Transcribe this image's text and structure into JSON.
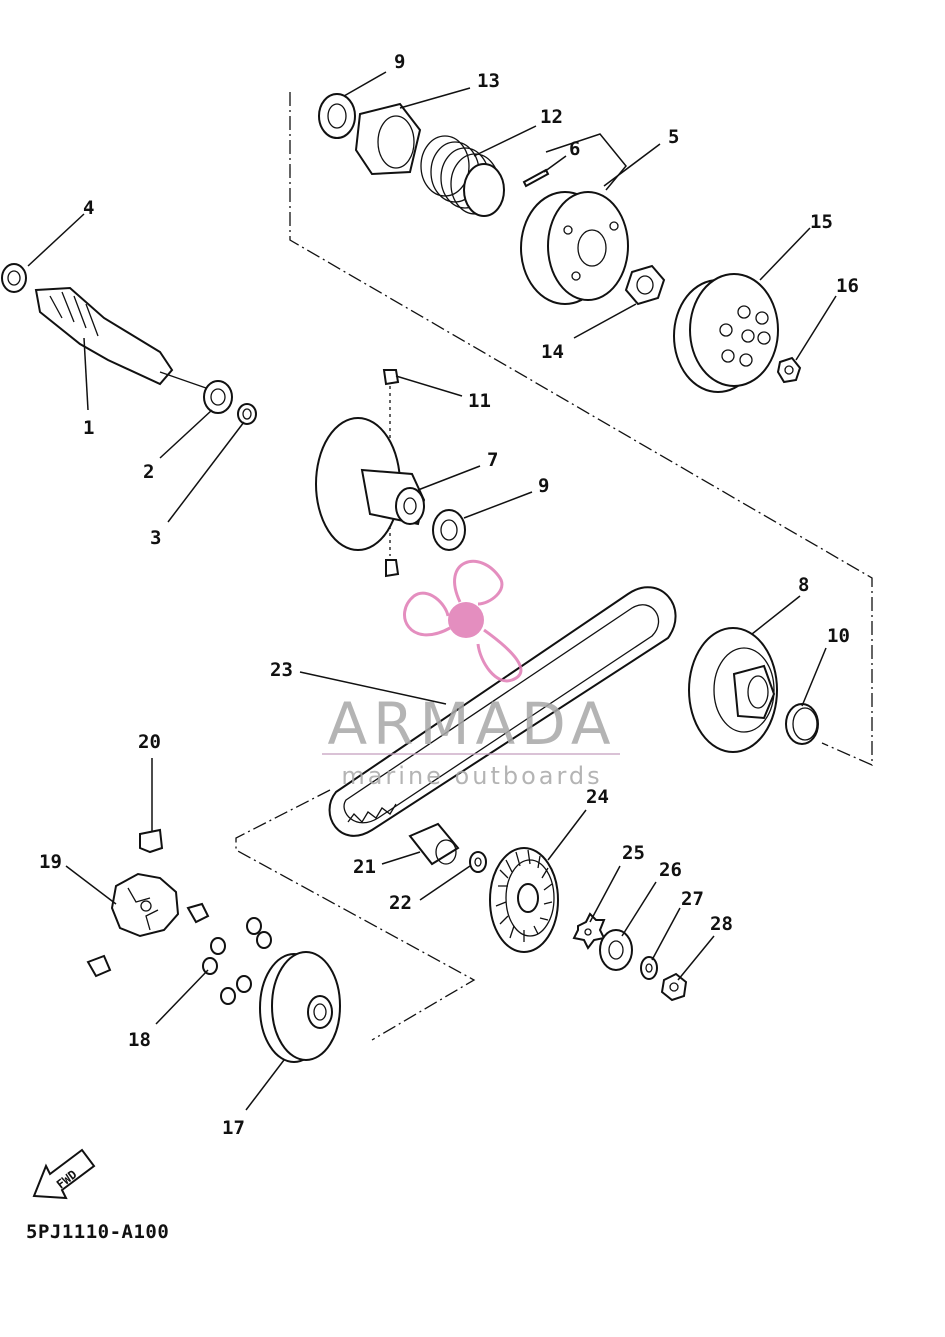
{
  "callouts": [
    "1",
    "2",
    "3",
    "4",
    "5",
    "6",
    "7",
    "8",
    "9",
    "10",
    "11",
    "12",
    "13",
    "14",
    "15",
    "16",
    "17",
    "18",
    "19",
    "20",
    "21",
    "22",
    "23",
    "24",
    "25",
    "26",
    "27",
    "28"
  ],
  "watermark": {
    "brand": "ARMADA",
    "tagline": "marine outboards",
    "colors": {
      "logo": "#e07bb4",
      "text": "#a8a8a8"
    }
  },
  "fwd_arrow": "FWD",
  "diagram_code": "5PJ1110-A100"
}
